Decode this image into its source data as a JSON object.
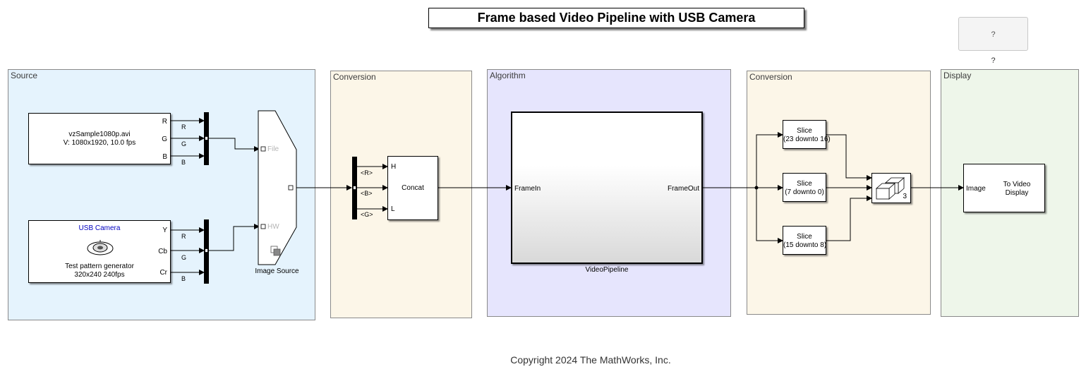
{
  "title": "Frame based Video Pipeline with USB Camera",
  "help_button": {
    "label": "?",
    "caption": "?"
  },
  "areas": {
    "source": "Source",
    "conversion_in": "Conversion",
    "algorithm": "Algorithm",
    "conversion_out": "Conversion",
    "display": "Display"
  },
  "file_source": {
    "line1": "vzSample1080p.avi",
    "line2": "V: 1080x1920, 10.0 fps",
    "ports": [
      "R",
      "G",
      "B"
    ],
    "signals": [
      "R",
      "G",
      "B"
    ]
  },
  "usb_camera": {
    "title": "USB Camera",
    "line1": "Test pattern generator",
    "line2": "320x240 240fps",
    "ports": [
      "Y",
      "Cb",
      "Cr"
    ],
    "signals": [
      "R",
      "G",
      "B"
    ]
  },
  "image_source": {
    "label": "Image Source",
    "port_file": "File",
    "port_hw": "HW"
  },
  "concat": {
    "label": "Concat",
    "ports": [
      "H",
      "",
      "L"
    ],
    "signals": [
      "<R>",
      "<B>",
      "<G>"
    ]
  },
  "video_pipeline": {
    "label": "VideoPipeline",
    "in_port": "FrameIn",
    "out_port": "FrameOut"
  },
  "slices": [
    {
      "line1": "Slice",
      "line2": "(23 downto 16)"
    },
    {
      "line1": "Slice",
      "line2": "(7 downto 0)"
    },
    {
      "line1": "Slice",
      "line2": "(15 downto 8)"
    }
  ],
  "vector_concat": {
    "label": "3"
  },
  "to_video_display": {
    "in_port": "Image",
    "line1": "To Video",
    "line2": "Display"
  },
  "copyright": "Copyright 2024 The MathWorks, Inc.",
  "colors": {
    "source_bg": "#e5f3fd",
    "conversion_bg": "#fcf6e8",
    "algorithm_bg": "#e6e5fd",
    "display_bg": "#eef6ea",
    "camera_title": "#0000c0"
  }
}
